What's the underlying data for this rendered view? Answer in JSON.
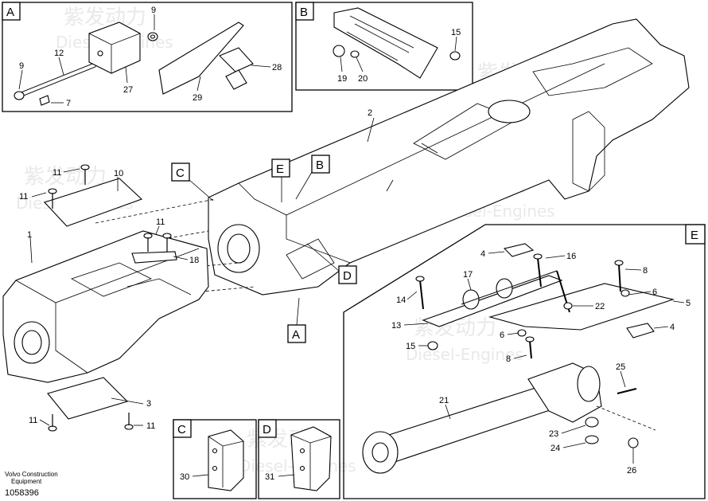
{
  "footer": {
    "brand_line1": "Volvo Construction",
    "brand_line2": "Equipment",
    "drawing_number": "1058396"
  },
  "watermark": {
    "cn": "紫发动力",
    "en": "Diesel-Engines"
  },
  "detail_boxes": {
    "A": "A",
    "B": "B",
    "C": "C",
    "D": "D",
    "E": "E"
  },
  "view_markers": {
    "A": "A",
    "B": "B",
    "C": "C",
    "D": "D",
    "E": "E"
  },
  "callouts": {
    "box_a": [
      "9",
      "12",
      "9",
      "27",
      "7",
      "28",
      "29"
    ],
    "box_b": [
      "15",
      "19",
      "20"
    ],
    "main": [
      "2",
      "11",
      "10",
      "11",
      "11",
      "18",
      "1",
      "3",
      "11",
      "11"
    ],
    "box_c": [
      "30"
    ],
    "box_d": [
      "31"
    ],
    "box_e": [
      "4",
      "16",
      "17",
      "8",
      "14",
      "6",
      "22",
      "5",
      "13",
      "6",
      "4",
      "15",
      "8",
      "25",
      "21",
      "23",
      "24",
      "26"
    ]
  }
}
